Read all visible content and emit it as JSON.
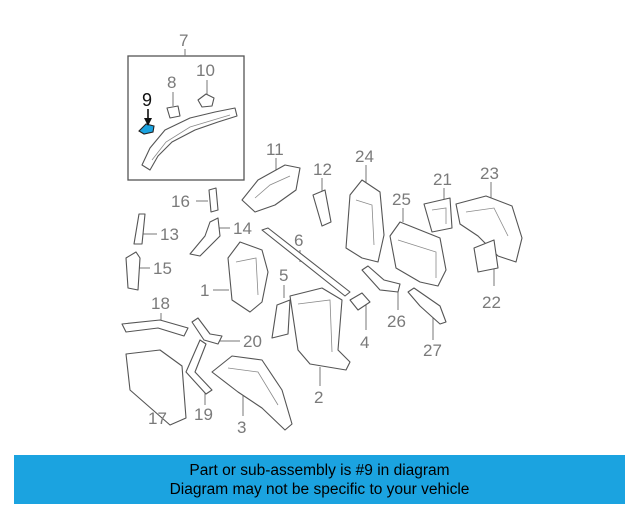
{
  "diagram": {
    "callouts": {
      "c7": "7",
      "c8": "8",
      "c9": "9",
      "c10": "10",
      "c11": "11",
      "c12": "12",
      "c24": "24",
      "c16": "16",
      "c13": "13",
      "c14": "14",
      "c6": "6",
      "c15": "15",
      "c1": "1",
      "c5": "5",
      "c18": "18",
      "c20": "20",
      "c17": "17",
      "c19": "19",
      "c3": "3",
      "c2": "2",
      "c4": "4",
      "c25": "25",
      "c26": "26",
      "c21": "21",
      "c23": "23",
      "c22": "22",
      "c27": "27"
    },
    "highlight_color": "#1ba3e0"
  },
  "footer": {
    "line1": "Part or sub-assembly is #9 in diagram",
    "line2": "Diagram may not be specific to your vehicle",
    "background": "#1ba3e0"
  }
}
